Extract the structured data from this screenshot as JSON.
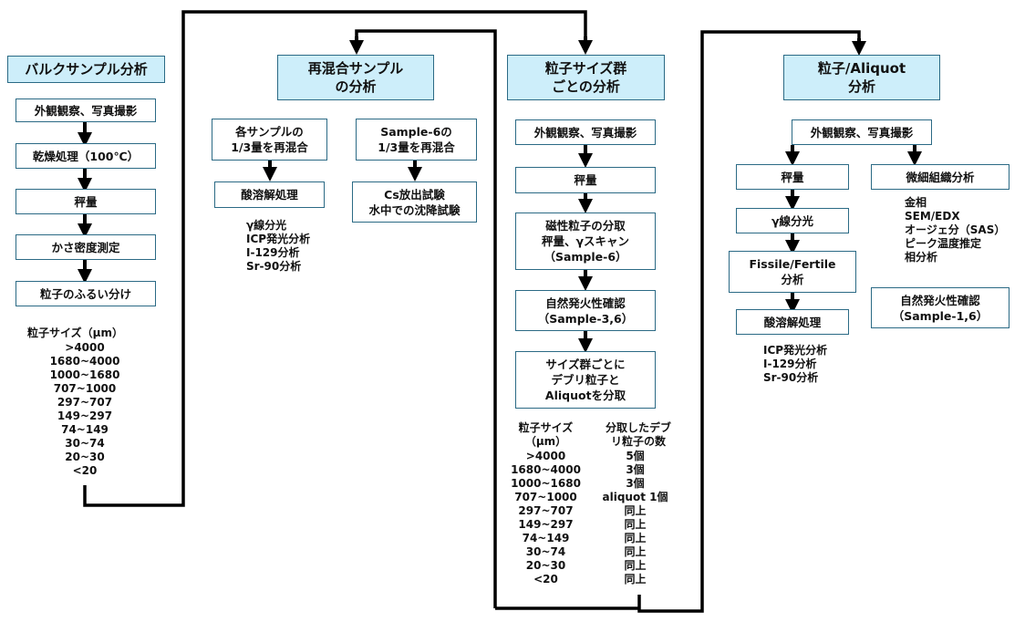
{
  "columns": {
    "bulk": {
      "header": "バルクサンプル分析",
      "steps": [
        "外観観察、写真撮影",
        "乾燥処理（100℃）",
        "秤量",
        "かさ密度測定",
        "粒子のふるい分け"
      ],
      "size_title": "粒子サイズ（μm）",
      "sizes": [
        ">4000",
        "1680~4000",
        "1000~1680",
        "707~1000",
        "297~707",
        "149~297",
        "74~149",
        "30~74",
        "20~30",
        "<20"
      ]
    },
    "remix": {
      "header": "再混合サンプル\nの分析",
      "branch_a": {
        "step1": "各サンプルの\n1/3量を再混合",
        "step2": "酸溶解処理",
        "analyses": [
          "γ線分光",
          "ICP発光分析",
          "I-129分析",
          "Sr-90分析"
        ]
      },
      "branch_b": {
        "step1": "Sample-6の\n1/3量を再混合",
        "step2": "Cs放出試験\n水中での沈降試験"
      }
    },
    "size_group": {
      "header": "粒子サイズ群\nごとの分析",
      "steps": [
        "外観観察、写真撮影",
        "秤量",
        "磁性粒子の分取\n秤量、γスキャン\n（Sample-6）",
        "自然発火性確認\n（Sample-3,6）",
        "サイズ群ごとに\nデブリ粒子と\nAliquotを分取"
      ],
      "table": {
        "col1_header": "粒子サイズ\n（μm）",
        "col2_header": "分取したデブ\nリ粒子の数",
        "rows": [
          [
            ">4000",
            "5個"
          ],
          [
            "1680~4000",
            "3個"
          ],
          [
            "1000~1680",
            "3個"
          ],
          [
            "707~1000",
            "aliquot 1個"
          ],
          [
            "297~707",
            "同上"
          ],
          [
            "149~297",
            "同上"
          ],
          [
            "74~149",
            "同上"
          ],
          [
            "30~74",
            "同上"
          ],
          [
            "20~30",
            "同上"
          ],
          [
            "<20",
            "同上"
          ]
        ]
      }
    },
    "particle": {
      "header": "粒子/Aliquot\n分析",
      "top_step": "外観観察、写真撮影",
      "left_steps": [
        "秤量",
        "γ線分光",
        "Fissile/Fertile\n分析",
        "酸溶解処理"
      ],
      "left_analyses": [
        "ICP発光分析",
        "I-129分析",
        "Sr-90分析"
      ],
      "right_step": "微細組織分析",
      "right_analyses": [
        "金相",
        "SEM/EDX",
        "オージェ分（SAS）",
        "ピーク温度推定",
        "相分析"
      ],
      "right_step2": "自然発火性確認\n（Sample-1,6）"
    }
  },
  "colors": {
    "header_fill": "#cdeefa",
    "box_border": "#2b6a85",
    "connector": "#000000"
  }
}
